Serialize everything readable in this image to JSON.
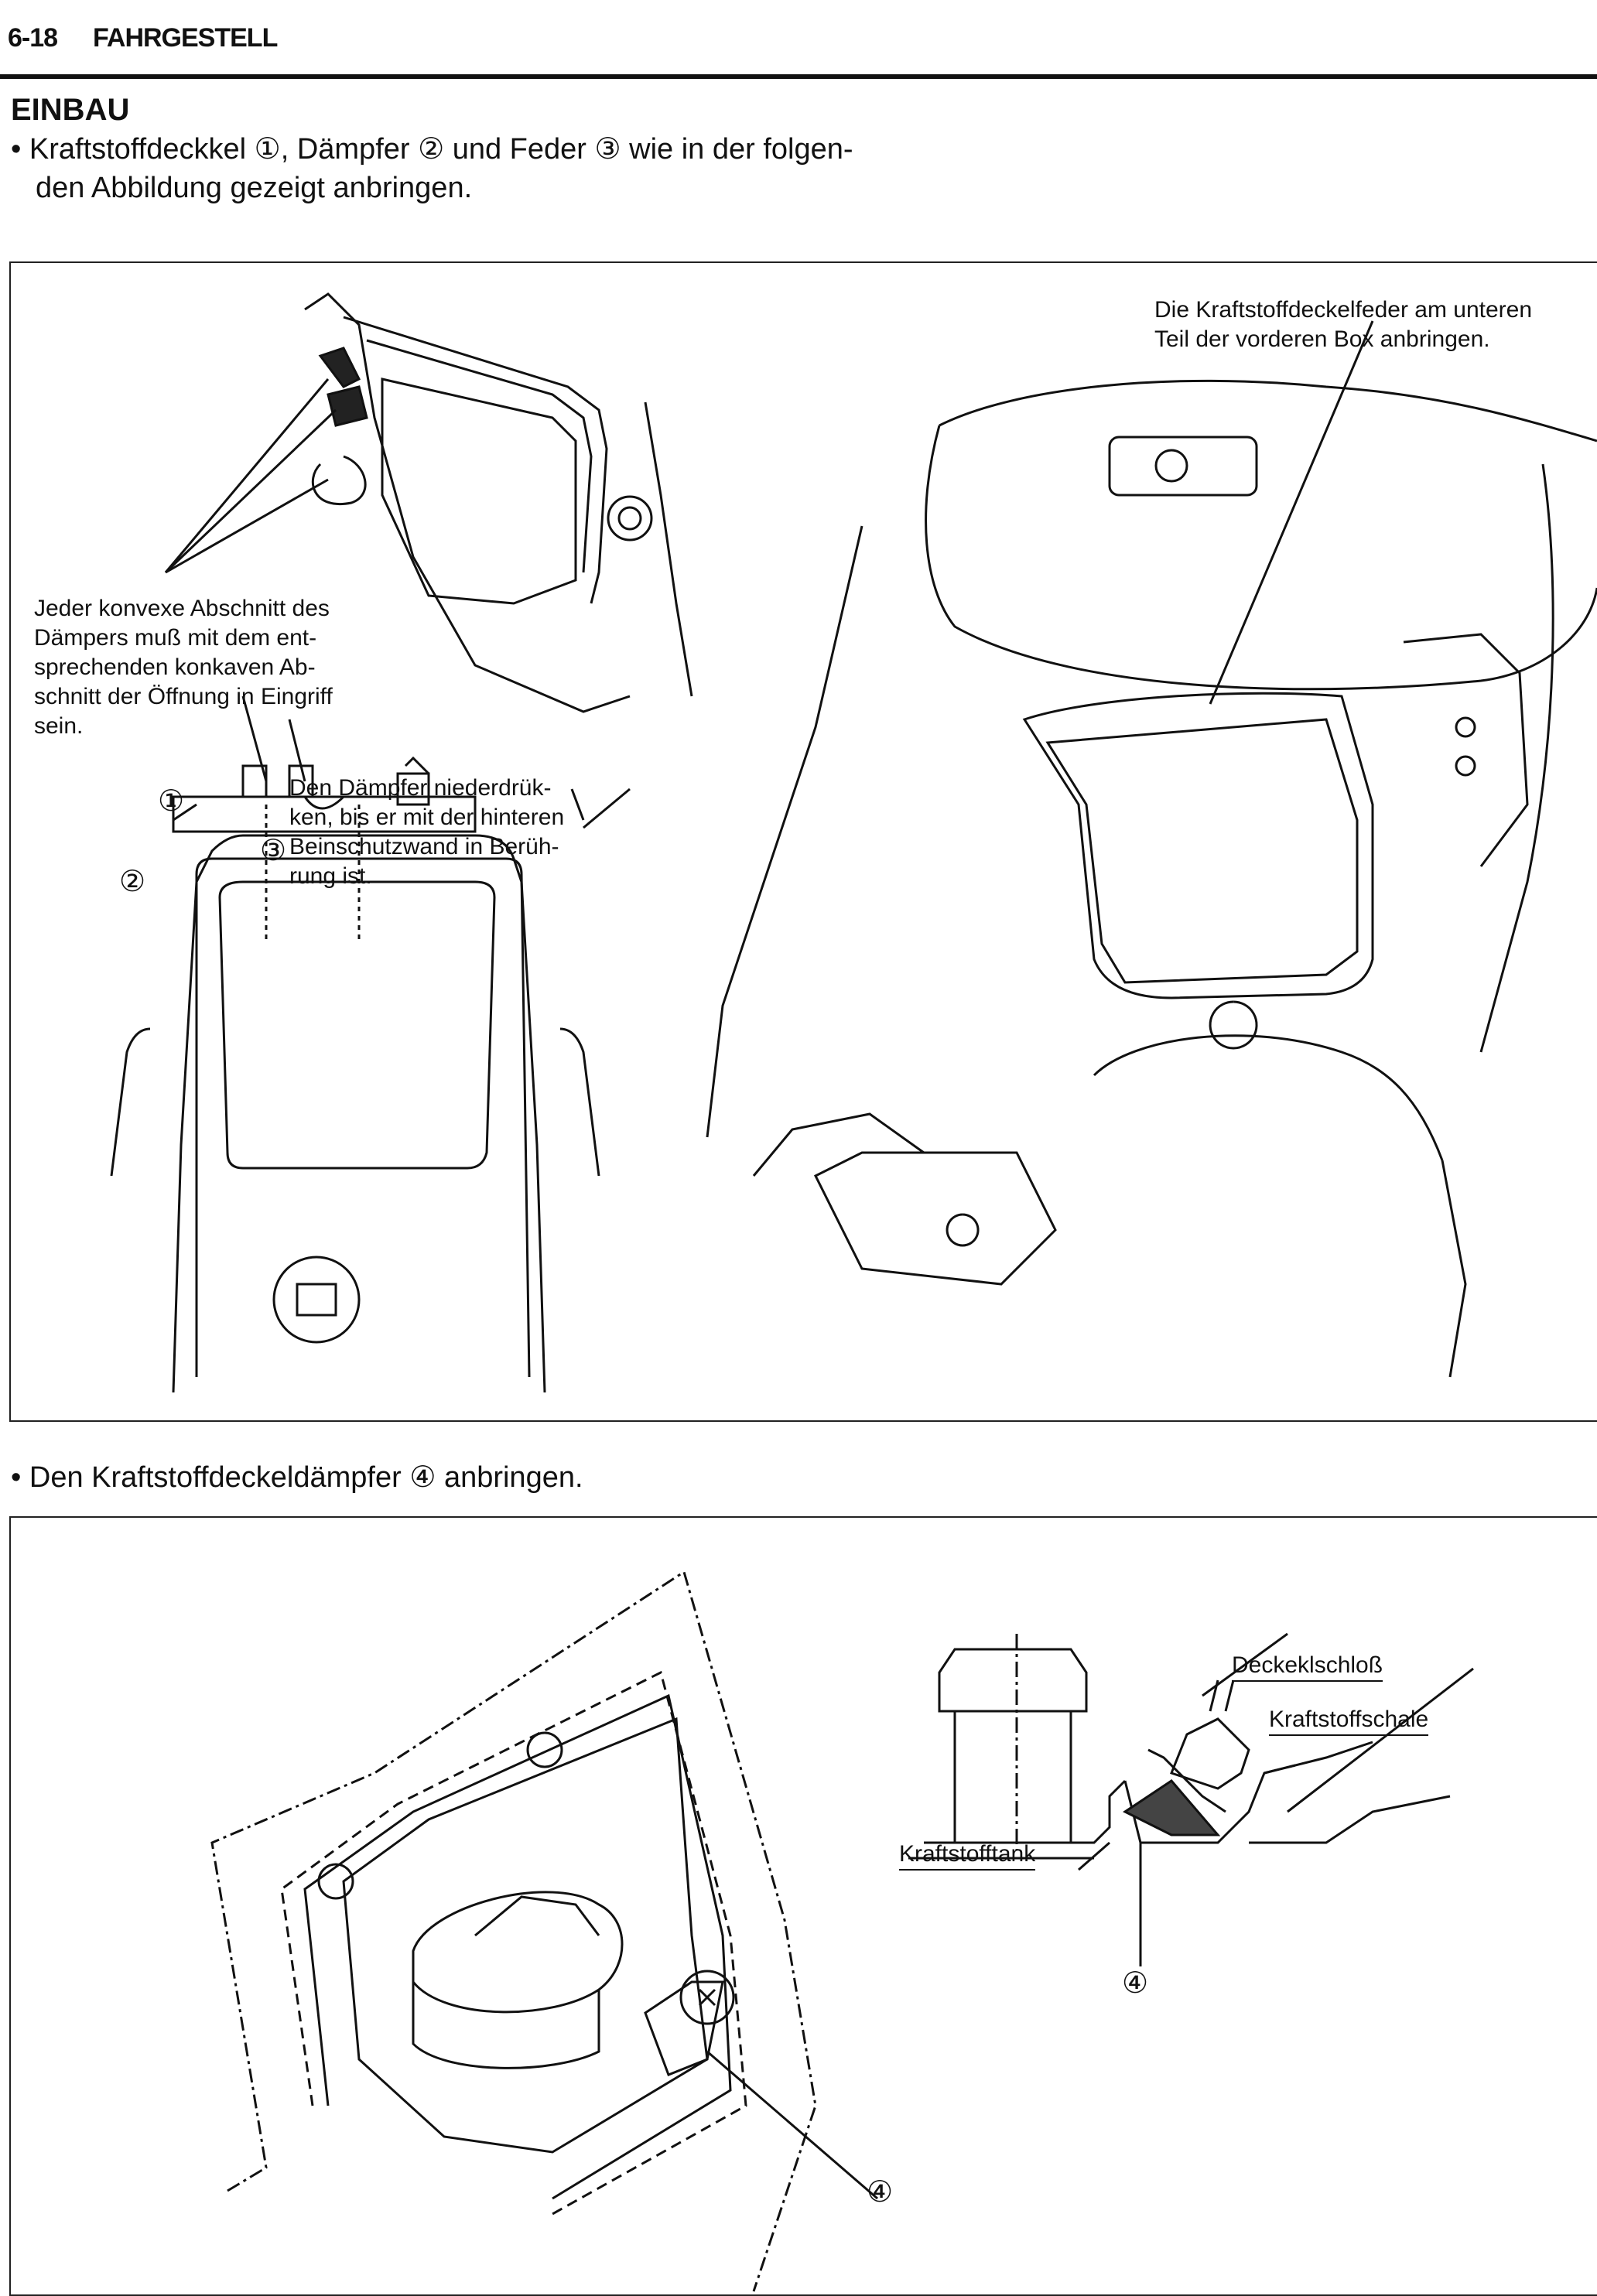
{
  "header": {
    "page_number": "6-18",
    "chapter": "FAHRGESTELL"
  },
  "section": {
    "title": "EINBAU"
  },
  "steps": {
    "bullet_char": "•",
    "step1_line1": "Kraftstoffdeckkel ①, Dämpfer ② und Feder ③ wie in der folgen-",
    "step1_line2": "den Abbildung gezeigt anbringen.",
    "step2": "Den Kraftstoffdeckeldämpfer ④ anbringen."
  },
  "figure1": {
    "note_spring_1": "Die Kraftstoffdeckelfeder am unteren",
    "note_spring_2": "Teil der vorderen Box anbringen.",
    "note_convex_1": "Jeder konvexe Abschnitt des",
    "note_convex_2": "Dämpers muß mit dem ent-",
    "note_convex_3": "sprechenden konkaven Ab-",
    "note_convex_4": "schnitt der Öffnung in Eingriff",
    "note_convex_5": "sein.",
    "note_press_1": "Den Dämpfer niederdrük-",
    "note_press_2": "ken, bis er mit der hinteren",
    "note_press_3": "Beinschutzwand in Berüh-",
    "note_press_4": "rung ist.",
    "callout_1": "①",
    "callout_2": "②",
    "callout_3": "③"
  },
  "figure2": {
    "label_lock": "Deckeklschloß",
    "label_tray": "Kraftstoffschale",
    "label_tank": "Kraftstofftank",
    "callout_4a": "④",
    "callout_4b": "④"
  }
}
